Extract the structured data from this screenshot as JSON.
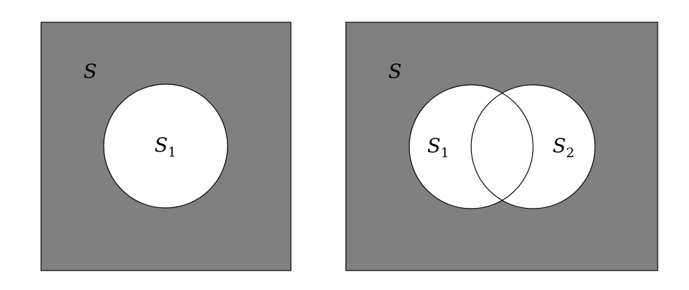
{
  "colors": {
    "universe_fill": "#808080",
    "set_fill": "#ffffff",
    "stroke": "#000000"
  },
  "panels": [
    {
      "universe_label": "S",
      "sets": [
        {
          "letter": "S",
          "subscript": "1"
        }
      ]
    },
    {
      "universe_label": "S",
      "sets": [
        {
          "letter": "S",
          "subscript": "1"
        },
        {
          "letter": "S",
          "subscript": "2"
        }
      ]
    }
  ]
}
